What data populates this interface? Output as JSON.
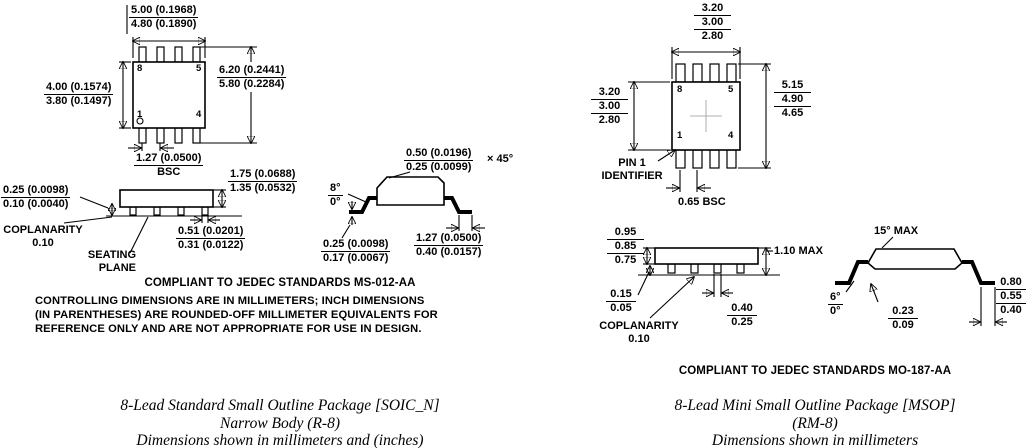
{
  "soic": {
    "pins": {
      "p8": "8",
      "p5": "5",
      "p1": "1",
      "p4": "4"
    },
    "dim_width": [
      "5.00 (0.1968)",
      "4.80 (0.1890)"
    ],
    "dim_height": [
      "4.00 (0.1574)",
      "3.80 (0.1497)"
    ],
    "dim_span": [
      "6.20 (0.2441)",
      "5.80 (0.2284)"
    ],
    "dim_pitch": [
      "1.27 (0.0500)",
      "BSC"
    ],
    "dim_profile_height": [
      "1.75 (0.0688)",
      "1.35 (0.0532)"
    ],
    "dim_coplanarity_range": [
      "0.25 (0.0098)",
      "0.10 (0.0040)"
    ],
    "coplanarity": [
      "COPLANARITY",
      "0.10"
    ],
    "seating_plane": [
      "SEATING",
      "PLANE"
    ],
    "dim_lead_width": [
      "0.51 (0.0201)",
      "0.31 (0.0122)"
    ],
    "dim_chamfer": [
      "0.50 (0.0196)",
      "0.25 (0.0099)"
    ],
    "chamfer_angle": "× 45°",
    "dim_lead_angle": [
      "8°",
      "0°"
    ],
    "dim_foot_length": [
      "1.27 (0.0500)",
      "0.40 (0.0157)"
    ],
    "dim_lead_thickness": [
      "0.25 (0.0098)",
      "0.17 (0.0067)"
    ],
    "compliance": "COMPLIANT TO JEDEC STANDARDS MS-012-AA",
    "notes": [
      "CONTROLLING DIMENSIONS ARE IN MILLIMETERS; INCH DIMENSIONS",
      "(IN PARENTHESES) ARE ROUNDED-OFF MILLIMETER EQUIVALENTS FOR",
      "REFERENCE ONLY AND ARE NOT APPROPRIATE FOR USE IN DESIGN."
    ],
    "caption": [
      "8-Lead Standard Small Outline Package [SOIC_N]",
      "Narrow Body (R-8)",
      "Dimensions shown in millimeters and (inches)"
    ]
  },
  "msop": {
    "pins": {
      "p8": "8",
      "p5": "5",
      "p1": "1",
      "p4": "4"
    },
    "pin1_label": [
      "PIN 1",
      "IDENTIFIER"
    ],
    "dim_width": [
      "3.20",
      "3.00",
      "2.80"
    ],
    "dim_height": [
      "3.20",
      "3.00",
      "2.80"
    ],
    "dim_span": [
      "5.15",
      "4.90",
      "4.65"
    ],
    "dim_pitch": "0.65 BSC",
    "dim_body_thickness": [
      "0.95",
      "0.85",
      "0.75"
    ],
    "dim_height_max": "1.10 MAX",
    "dim_standoff": [
      "0.15",
      "0.05"
    ],
    "coplanarity": [
      "COPLANARITY",
      "0.10"
    ],
    "dim_lead_width": [
      "0.40",
      "0.25"
    ],
    "dim_top_angle_max": "15° MAX",
    "dim_lead_angle": [
      "6°",
      "0°"
    ],
    "dim_lead_thickness": [
      "0.23",
      "0.09"
    ],
    "dim_foot_length": [
      "0.80",
      "0.55",
      "0.40"
    ],
    "compliance": "COMPLIANT TO JEDEC STANDARDS MO-187-AA",
    "caption": [
      "8-Lead Mini Small Outline Package [MSOP]",
      "(RM-8)",
      "Dimensions shown in millimeters"
    ]
  }
}
